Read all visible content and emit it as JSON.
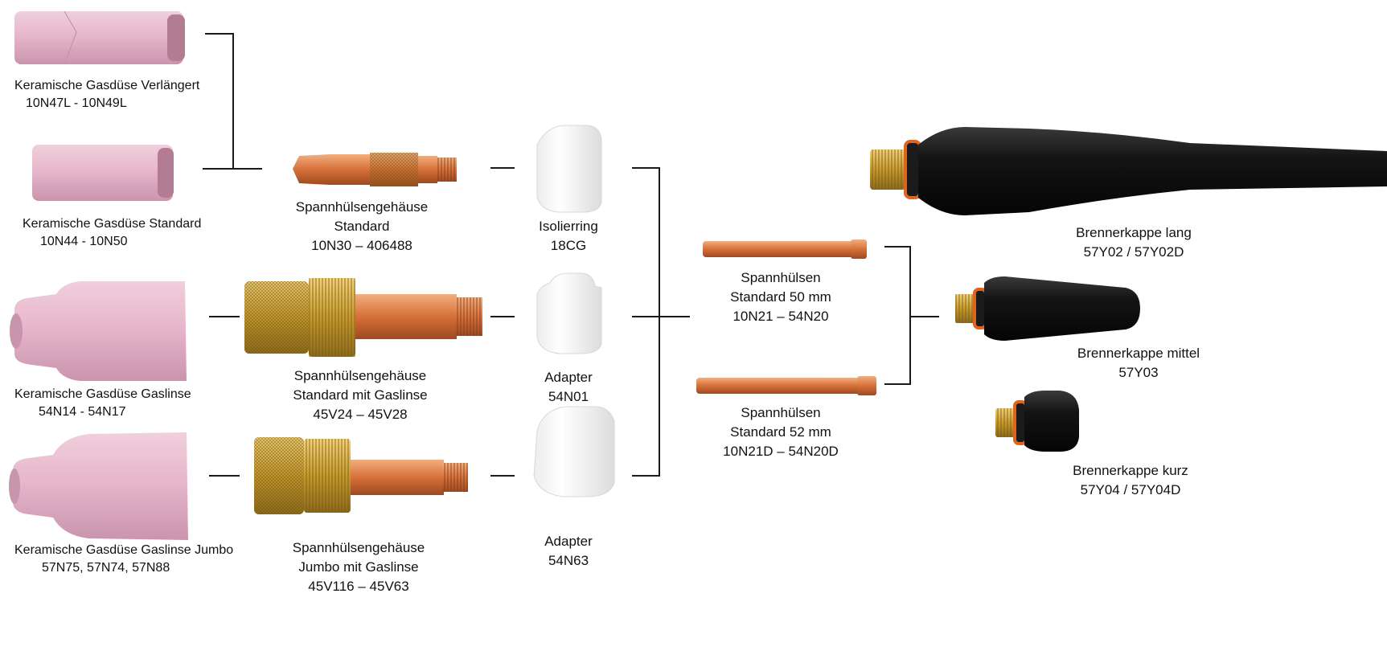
{
  "nozzles": [
    {
      "name": "Keramische Gasdüse Verlängert",
      "code": "10N47L - 10N49L"
    },
    {
      "name": "Keramische Gasdüse Standard",
      "code": "10N44 - 10N50"
    },
    {
      "name": "Keramische Gasdüse Gaslinse",
      "code": "54N14 - 54N17"
    },
    {
      "name": "Keramische Gasdüse Gaslinse Jumbo",
      "code": "57N75, 57N74, 57N88"
    }
  ],
  "collet_bodies": [
    {
      "line1": "Spannhülsengehäuse",
      "line2": "Standard",
      "code": "10N30 – 406488"
    },
    {
      "line1": "Spannhülsengehäuse",
      "line2": "Standard mit Gaslinse",
      "code": "45V24 – 45V28"
    },
    {
      "line1": "Spannhülsengehäuse",
      "line2": "Jumbo mit Gaslinse",
      "code": "45V116 – 45V63"
    }
  ],
  "insulators": [
    {
      "name": "Isolierring",
      "code": "18CG"
    },
    {
      "name": "Adapter",
      "code": "54N01"
    },
    {
      "name": "Adapter",
      "code": "54N63"
    }
  ],
  "collets": [
    {
      "line1": "Spannhülsen",
      "line2": "Standard  50 mm",
      "code": "10N21 – 54N20"
    },
    {
      "line1": "Spannhülsen",
      "line2": "Standard  52 mm",
      "code": "10N21D – 54N20D"
    }
  ],
  "back_caps": [
    {
      "name": "Brennerkappe lang",
      "code": "57Y02 / 57Y02D"
    },
    {
      "name": "Brennerkappe mittel",
      "code": "57Y03"
    },
    {
      "name": "Brennerkappe kurz",
      "code": "57Y04 / 57Y04D"
    }
  ],
  "colors": {
    "ceramic": "#e7b9cd",
    "copper": "#d9773f",
    "brass": "#c9a236",
    "insulator": "#fbfbfb",
    "cap": "#151515",
    "oring": "#e0651c",
    "line": "#1a1a1a"
  }
}
